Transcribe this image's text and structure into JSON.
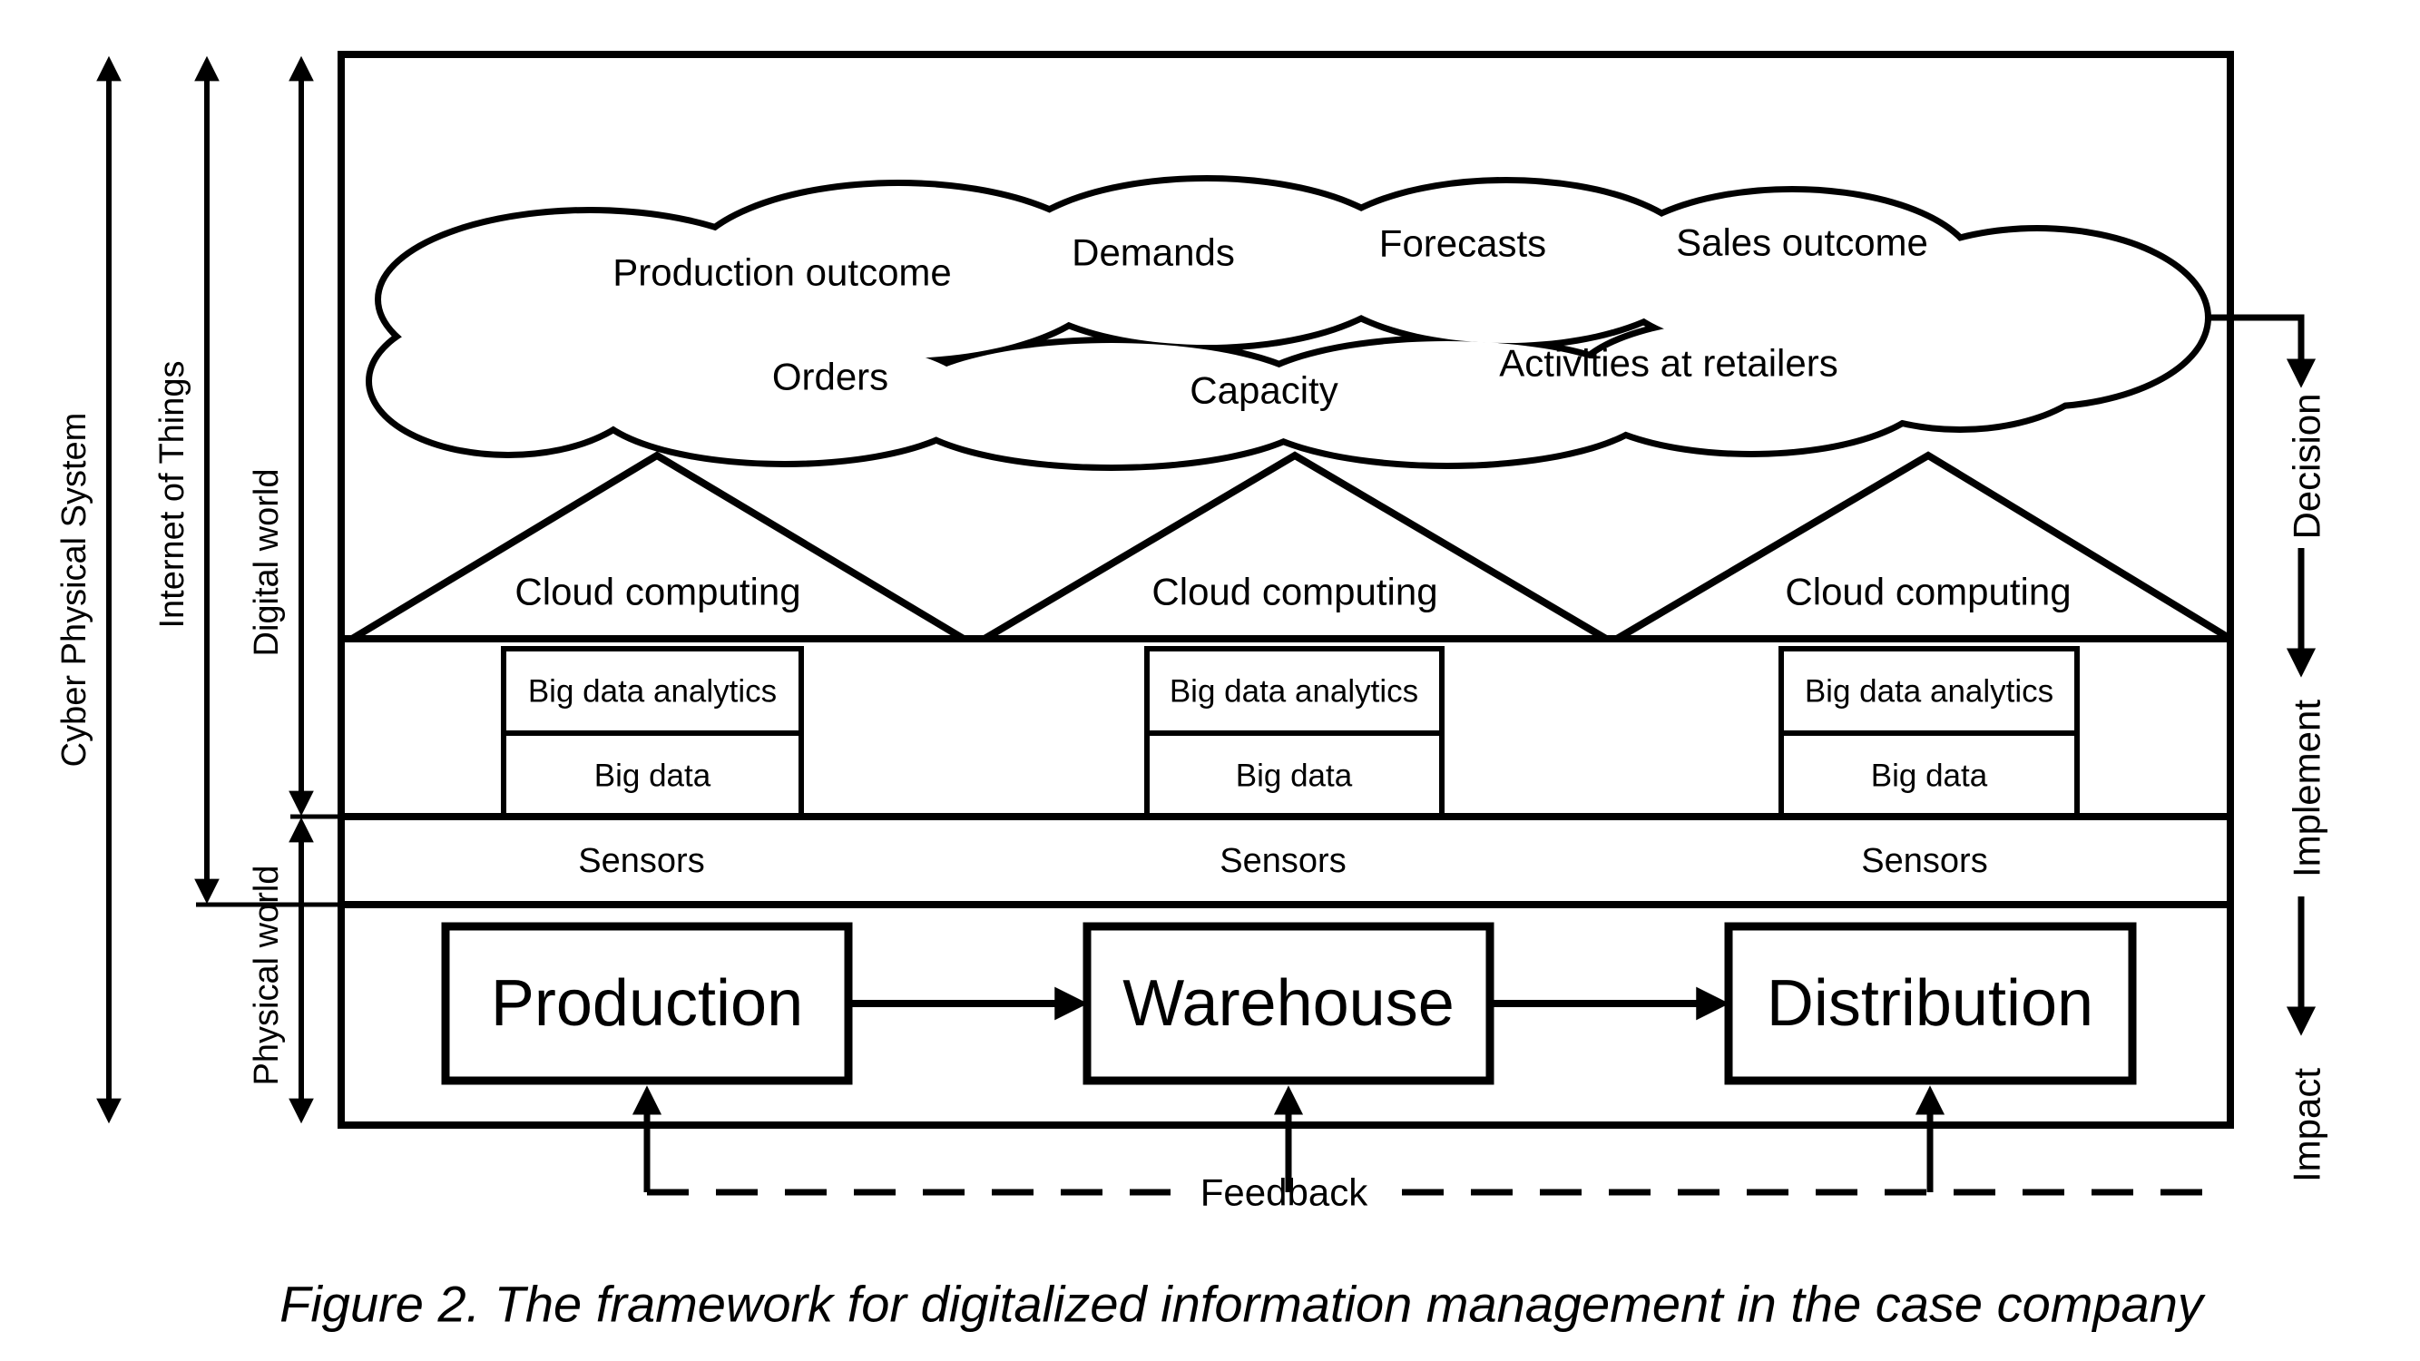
{
  "figure": {
    "caption": "Figure 2. The framework for digitalized information management in the case company"
  },
  "colors": {
    "ink": "#000000",
    "background": "#ffffff"
  },
  "left_axes": {
    "cyber_physical_system": "Cyber Physical System",
    "internet_of_things": "Internet of Things",
    "digital_world": "Digital world",
    "physical_world": "Physical world"
  },
  "cloud": {
    "production_outcome": "Production outcome",
    "demands": "Demands",
    "forecasts": "Forecasts",
    "sales_outcome": "Sales outcome",
    "orders": "Orders",
    "capacity": "Capacity",
    "activities_at_retailers": "Activities at retailers"
  },
  "data_stack": {
    "cloud_computing": "Cloud computing",
    "big_data_analytics": "Big data analytics",
    "big_data": "Big data",
    "sensors": "Sensors"
  },
  "process_flow": {
    "production": "Production",
    "warehouse": "Warehouse",
    "distribution": "Distribution",
    "feedback": "Feedback"
  },
  "decision_flow": {
    "decision": "Decision",
    "implement": "Implement",
    "impact": "Impact"
  }
}
